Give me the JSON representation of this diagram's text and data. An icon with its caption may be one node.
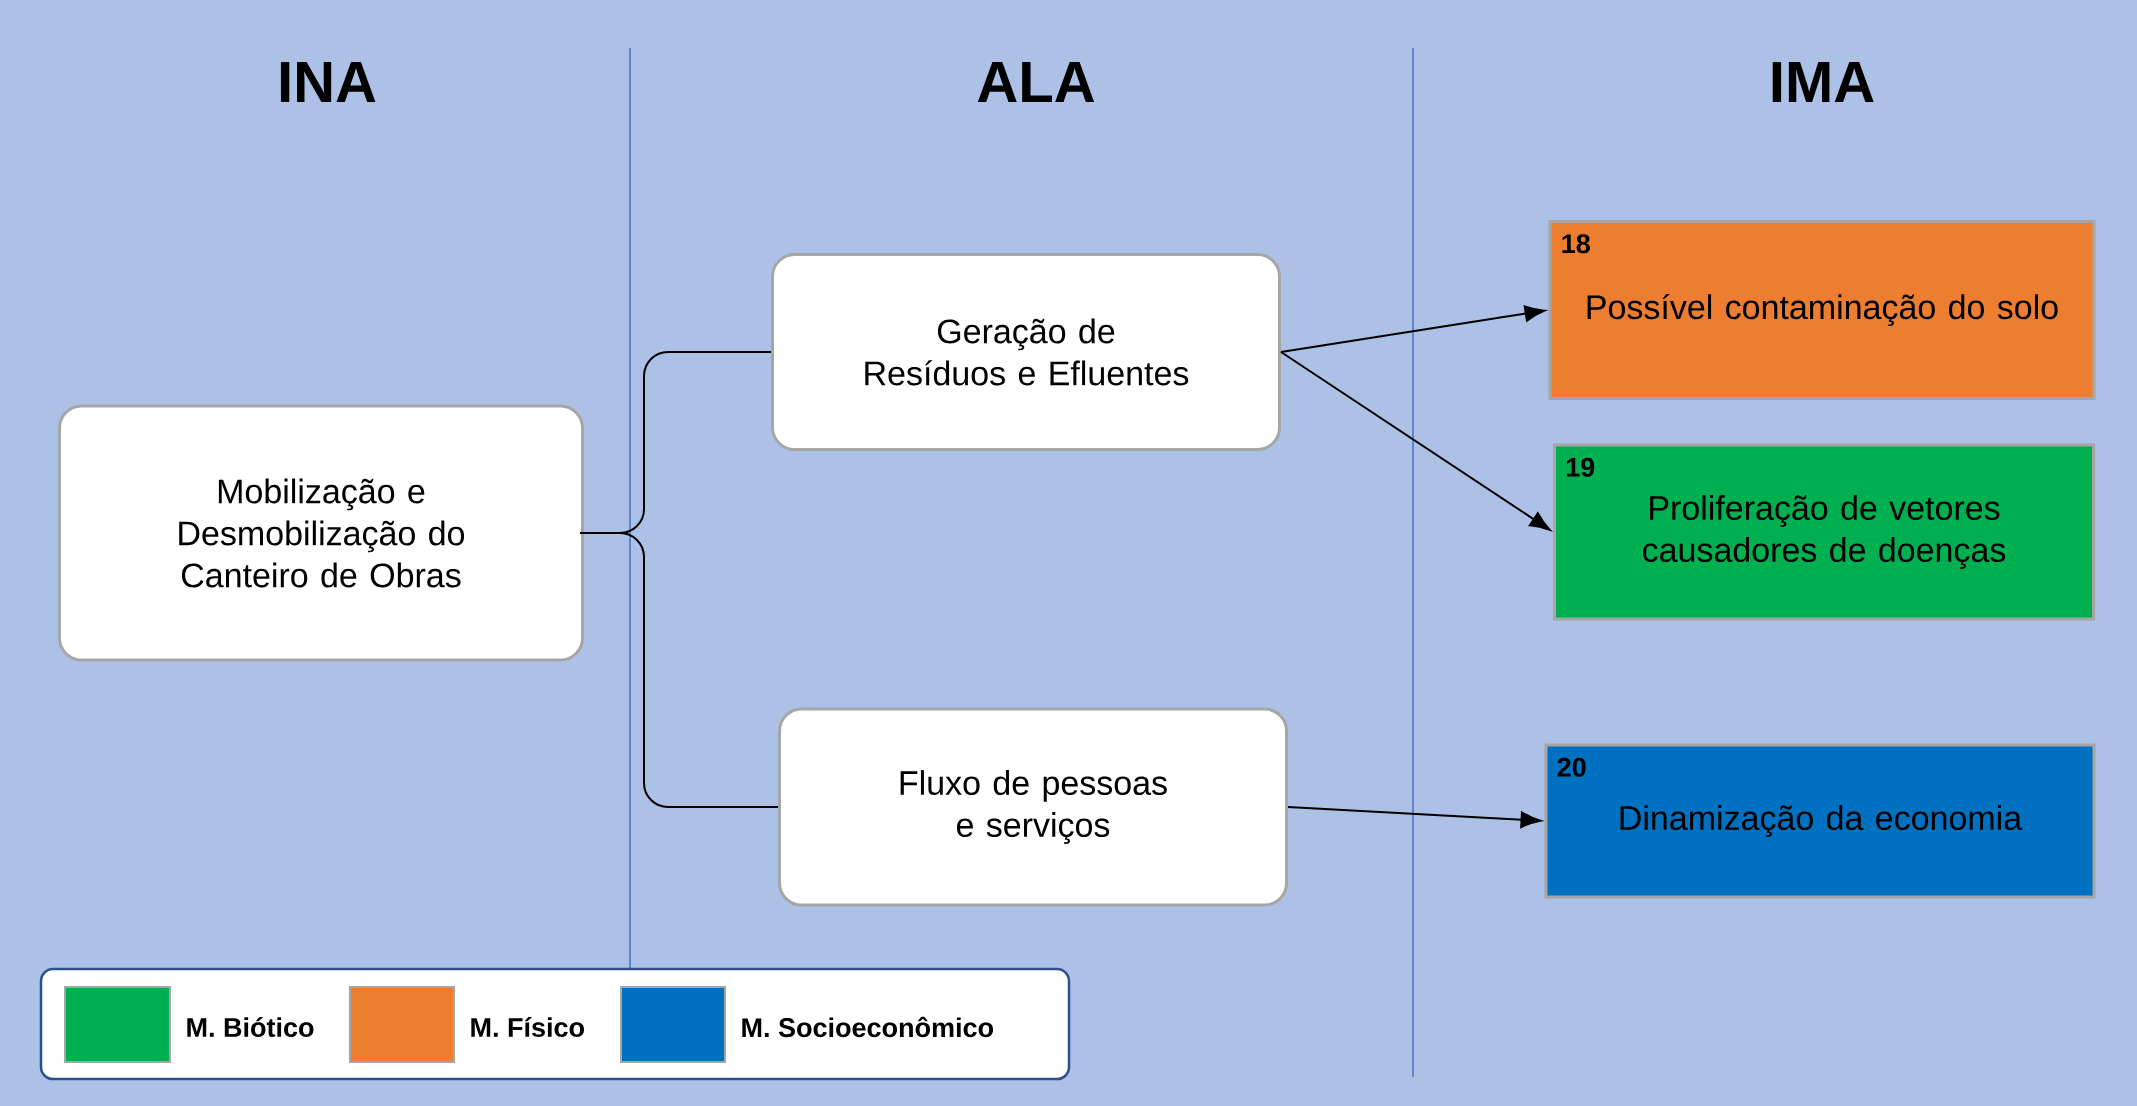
{
  "diagram": {
    "nodes": [
      {
        "text": [
          "Mobilização e Desmobilização do Canteiro de Obras"
        ]
      },
      {
        "text": [
          "Geração de Resíduos e Efluentes"
        ]
      },
      {
        "text": [
          "Fluxo de pessoas e serviços"
        ]
      },
      {
        "text": [
          "18",
          "Possível contaminação do solo"
        ]
      },
      {
        "text": [
          "19",
          "Proliferação de vetores causadores de doenças"
        ]
      },
      {
        "text": [
          "20",
          "Dinamização da economia"
        ]
      }
    ],
    "edges": [
      {
        "from": 0,
        "to": 1,
        "arrow": "none"
      },
      {
        "from": 0,
        "to": 2,
        "arrow": "none"
      },
      {
        "from": 1,
        "to": 3,
        "arrow": "to"
      },
      {
        "from": 1,
        "to": 4,
        "arrow": "to"
      },
      {
        "from": 2,
        "to": 5,
        "arrow": "to"
      }
    ],
    "labels": [
      "INA",
      "ALA",
      "IMA"
    ],
    "legend": [
      {
        "text": "M. Biótico",
        "color": "#00b050"
      },
      {
        "text": "M. Físico",
        "color": "#ed7d31"
      },
      {
        "text": "M. Socioeconômico",
        "color": "#0070c0"
      }
    ]
  }
}
